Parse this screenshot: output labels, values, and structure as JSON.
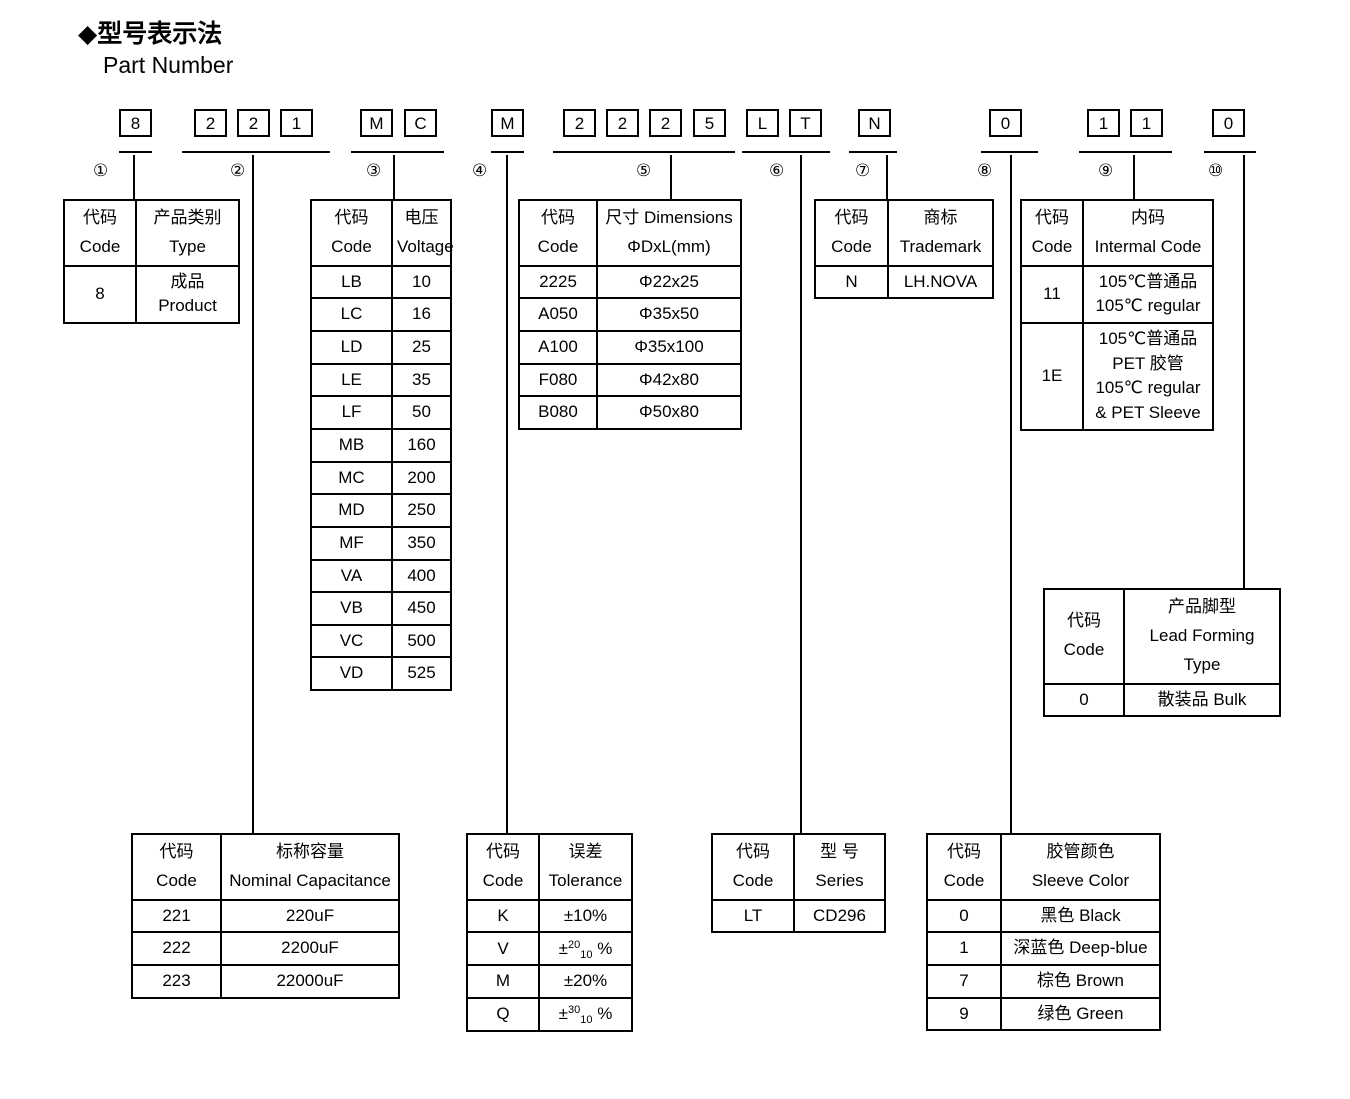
{
  "title": {
    "cn": "◆型号表示法",
    "en": "Part Number"
  },
  "part_number": {
    "groups": [
      {
        "index": "①",
        "chars": [
          "8"
        ]
      },
      {
        "index": "②",
        "chars": [
          "2",
          "2",
          "1"
        ]
      },
      {
        "index": "③",
        "chars": [
          "M",
          "C"
        ]
      },
      {
        "index": "④",
        "chars": [
          "M"
        ]
      },
      {
        "index": "⑤",
        "chars": [
          "2",
          "2",
          "2",
          "5"
        ]
      },
      {
        "index": "⑥",
        "chars": [
          "L",
          "T"
        ]
      },
      {
        "index": "⑦",
        "chars": [
          "N"
        ]
      },
      {
        "index": "⑧",
        "chars": [
          "0"
        ]
      },
      {
        "index": "⑨",
        "chars": [
          "1",
          "1"
        ]
      },
      {
        "index": "⑩",
        "chars": [
          "0"
        ]
      }
    ],
    "full": "8 221 MC M 2225 LT N 0 11 0"
  },
  "tables": {
    "type": {
      "ref": "①",
      "header": {
        "code_cn": "代码",
        "code_en": "Code",
        "value_cn": "产品类别",
        "value_en": "Type"
      },
      "rows": [
        {
          "code": "8",
          "value": "成品 Product"
        }
      ]
    },
    "capacitance": {
      "ref": "②",
      "header": {
        "code_cn": "代码",
        "code_en": "Code",
        "value_cn": "标称容量",
        "value_en": "Nominal Capacitance"
      },
      "rows": [
        {
          "code": "221",
          "value": "220uF"
        },
        {
          "code": "222",
          "value": "2200uF"
        },
        {
          "code": "223",
          "value": "22000uF"
        }
      ]
    },
    "voltage": {
      "ref": "③",
      "header": {
        "code_cn": "代码",
        "code_en": "Code",
        "value_cn": "电压",
        "value_en": "Voltage"
      },
      "rows": [
        {
          "code": "LB",
          "value": "10"
        },
        {
          "code": "LC",
          "value": "16"
        },
        {
          "code": "LD",
          "value": "25"
        },
        {
          "code": "LE",
          "value": "35"
        },
        {
          "code": "LF",
          "value": "50"
        },
        {
          "code": "MB",
          "value": "160"
        },
        {
          "code": "MC",
          "value": "200"
        },
        {
          "code": "MD",
          "value": "250"
        },
        {
          "code": "MF",
          "value": "350"
        },
        {
          "code": "VA",
          "value": "400"
        },
        {
          "code": "VB",
          "value": "450"
        },
        {
          "code": "VC",
          "value": "500"
        },
        {
          "code": "VD",
          "value": "525"
        }
      ]
    },
    "tolerance": {
      "ref": "④",
      "header": {
        "code_cn": "代码",
        "code_en": "Code",
        "value_cn": "误差",
        "value_en": "Tolerance"
      },
      "rows": [
        {
          "code": "K",
          "value": "±10%",
          "fraction": false
        },
        {
          "code": "V",
          "value": "±20/10 %",
          "fraction": true,
          "upper": "20",
          "lower": "10"
        },
        {
          "code": "M",
          "value": "±20%",
          "fraction": false
        },
        {
          "code": "Q",
          "value": "±30/10 %",
          "fraction": true,
          "upper": "30",
          "lower": "10"
        }
      ]
    },
    "dimensions": {
      "ref": "⑤",
      "header": {
        "code_cn": "代码",
        "code_en": "Code",
        "value_cn": "尺寸 Dimensions",
        "value_en": "ΦDxL(mm)"
      },
      "rows": [
        {
          "code": "2225",
          "value": "Φ22x25"
        },
        {
          "code": "A050",
          "value": "Φ35x50"
        },
        {
          "code": "A100",
          "value": "Φ35x100"
        },
        {
          "code": "F080",
          "value": "Φ42x80"
        },
        {
          "code": "B080",
          "value": "Φ50x80"
        }
      ]
    },
    "series": {
      "ref": "⑥",
      "header": {
        "code_cn": "代码",
        "code_en": "Code",
        "value_cn": "型 号",
        "value_en": "Series"
      },
      "rows": [
        {
          "code": "LT",
          "value": "CD296"
        }
      ]
    },
    "trademark": {
      "ref": "⑦",
      "header": {
        "code_cn": "代码",
        "code_en": "Code",
        "value_cn": "商标",
        "value_en": "Trademark"
      },
      "rows": [
        {
          "code": "N",
          "value": "LH.NOVA"
        }
      ]
    },
    "sleeve_color": {
      "ref": "⑧",
      "header": {
        "code_cn": "代码",
        "code_en": "Code",
        "value_cn": "胶管颜色",
        "value_en": "Sleeve Color"
      },
      "rows": [
        {
          "code": "0",
          "value": "黑色 Black"
        },
        {
          "code": "1",
          "value": "深蓝色 Deep-blue"
        },
        {
          "code": "7",
          "value": "棕色 Brown"
        },
        {
          "code": "9",
          "value": "绿色 Green"
        }
      ]
    },
    "internal_code": {
      "ref": "⑨",
      "header": {
        "code_cn": "代码",
        "code_en": "Code",
        "value_cn": "内码",
        "value_en": "Intermal Code"
      },
      "rows": [
        {
          "code": "11",
          "line1": "105℃普通品",
          "line2": "105℃  regular",
          "line3": "",
          "line4": ""
        },
        {
          "code": "1E",
          "line1": "105℃普通品",
          "line2": "PET 胶管",
          "line3": "105℃  regular",
          "line4": "& PET Sleeve"
        }
      ]
    },
    "lead_forming": {
      "ref": "⑩",
      "header": {
        "code_cn": "代码",
        "code_en": "Code",
        "value_cn": "产品脚型",
        "value_en": "Lead Forming",
        "value_en2": "Type"
      },
      "rows": [
        {
          "code": "0",
          "value": "散装品 Bulk"
        }
      ]
    }
  }
}
